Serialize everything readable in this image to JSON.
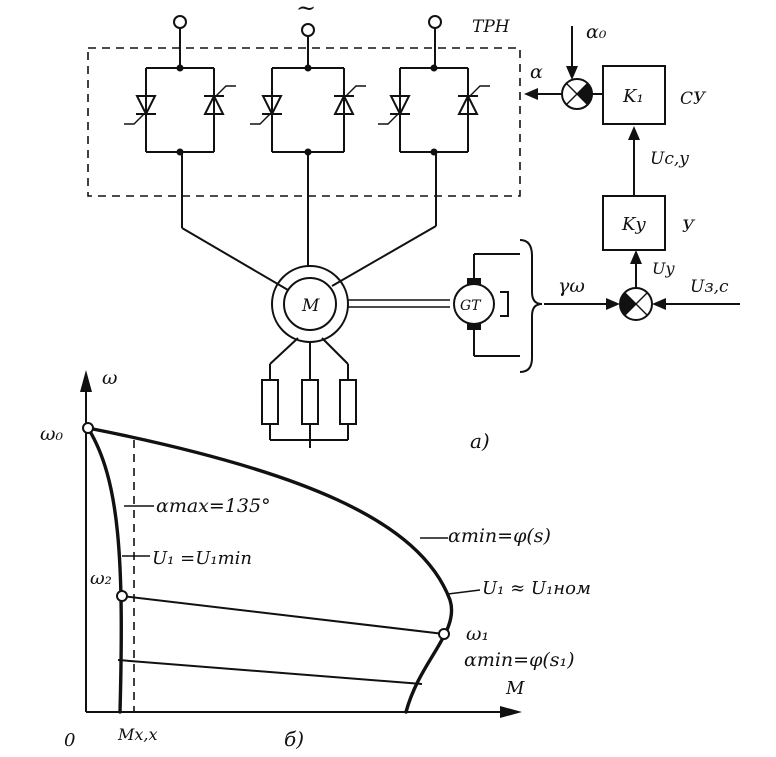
{
  "diagram": {
    "terminal_tilde": "~",
    "blocks": {
      "trn": "ТРН",
      "k1": "K₁",
      "su": "СУ",
      "ky": "Kу",
      "u": "У",
      "motor": "M",
      "tacho": "GT"
    },
    "signals": {
      "alpha0": "α₀",
      "alpha": "α",
      "ucy": "Uс,у",
      "uy": "Uу",
      "uzs": "Uз,с",
      "gamma_omega": "γω"
    },
    "caption_a": "а)"
  },
  "graph": {
    "axis_y": "ω",
    "axis_x": "M",
    "origin": "0",
    "omega0": "ω₀",
    "omega2": "ω₂",
    "omega1": "ω₁",
    "mxx": "Mx,x",
    "alpha_max": "αmax=135°",
    "u1_min": "U₁ =U₁min",
    "alpha_min_s": "αmin=φ(s)",
    "u1_nom": "U₁ ≈ U₁ном",
    "alpha_min_s1": "αmin=φ(s₁)",
    "caption_b": "б)"
  }
}
